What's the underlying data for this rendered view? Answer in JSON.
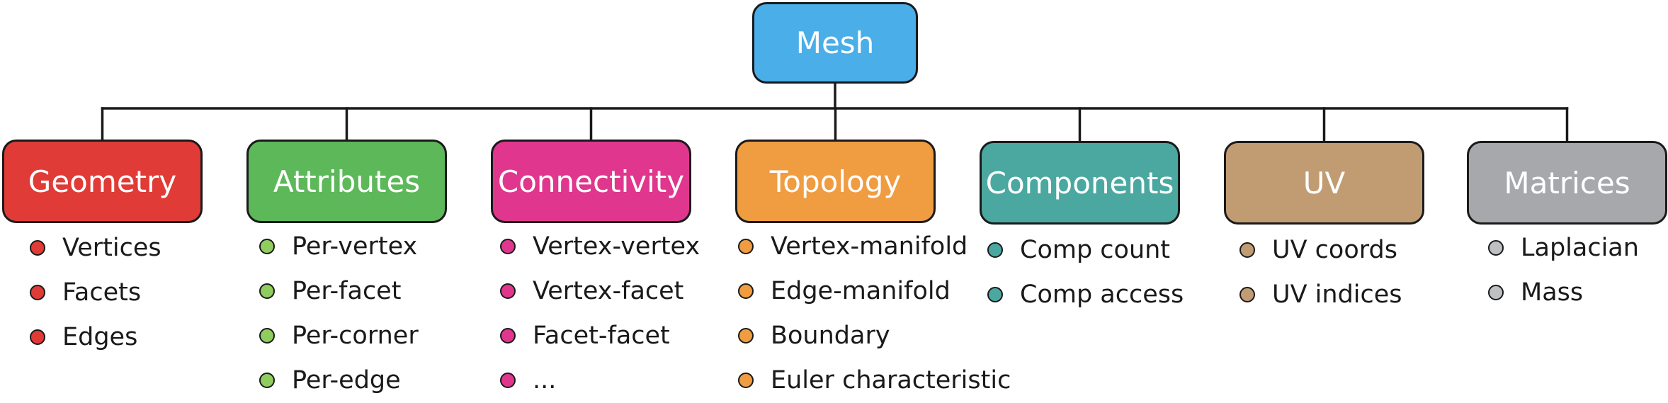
{
  "root": {
    "label": "Mesh",
    "color": "#4aaee8"
  },
  "categories": [
    {
      "label": "Geometry",
      "color": "#e03b36",
      "bullet_color": "#e03b36",
      "items": [
        "Vertices",
        "Facets",
        "Edges"
      ]
    },
    {
      "label": "Attributes",
      "color": "#5db85a",
      "bullet_color": "#8fcd5e",
      "items": [
        "Per-vertex",
        "Per-facet",
        "Per-corner",
        "Per-edge"
      ]
    },
    {
      "label": "Connectivity",
      "color": "#e0368e",
      "bullet_color": "#e0368e",
      "items": [
        "Vertex-vertex",
        "Vertex-facet",
        "Facet-facet",
        "..."
      ]
    },
    {
      "label": "Topology",
      "color": "#f09c41",
      "bullet_color": "#f09c41",
      "items": [
        "Vertex-manifold",
        "Edge-manifold",
        "Boundary",
        "Euler characteristic"
      ]
    },
    {
      "label": "Components",
      "color": "#4ba8a0",
      "bullet_color": "#4ba8a0",
      "items": [
        "Comp count",
        "Comp access"
      ]
    },
    {
      "label": "UV",
      "color": "#c19c73",
      "bullet_color": "#c19c73",
      "items": [
        "UV coords",
        "UV indices"
      ]
    },
    {
      "label": "Matrices",
      "color": "#a7a8ab",
      "bullet_color": "#bfc0c2",
      "items": [
        "Laplacian",
        "Mass"
      ]
    }
  ]
}
